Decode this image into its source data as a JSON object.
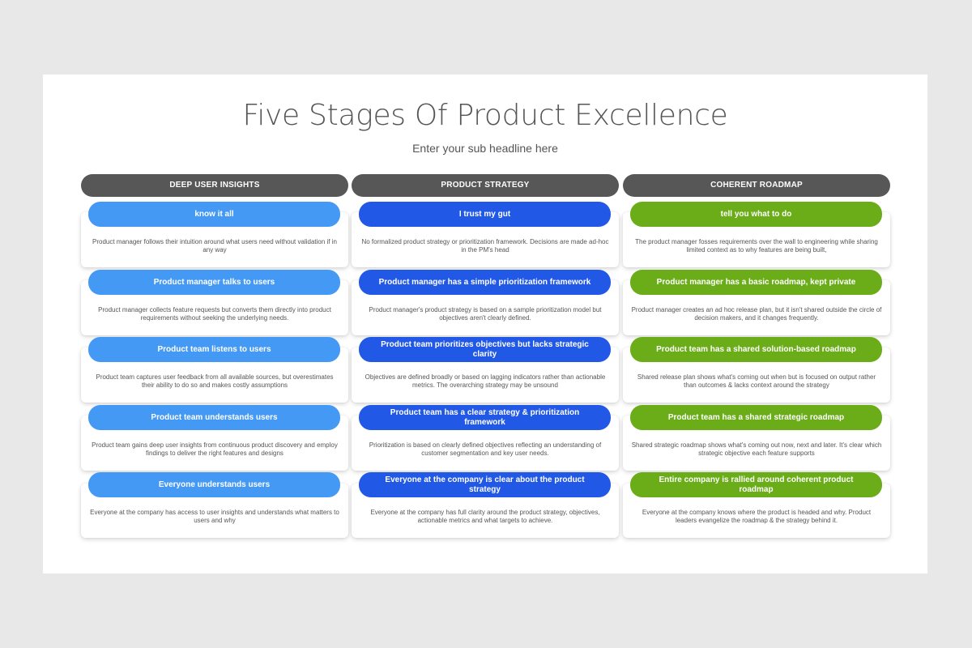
{
  "slide": {
    "title": "Five Stages Of Product Excellence",
    "subtitle": "Enter your sub headline here"
  },
  "colors": {
    "background": "#e9e8e8",
    "header": "#575757",
    "deep_user_insights": "#4499f5",
    "product_strategy": "#2158e6",
    "coherent_roadmap": "#6aad18"
  },
  "columns": [
    {
      "header": "DEEP USER INSIGHTS",
      "stages": [
        {
          "label": "know it all",
          "description": "Product manager follows their intuition around what users need without validation if in any way"
        },
        {
          "label": "Product manager talks to users",
          "description": "Product manager collects feature requests but converts them directly into product requirements without seeking the underlying needs."
        },
        {
          "label": "Product team listens to users",
          "description": "Product team captures user feedback from all available sources, but overestimates their ability to do so and makes costly assumptions"
        },
        {
          "label": "Product team understands users",
          "description": "Product team gains deep user insights from continuous product discovery and employ findings to deliver the right features and designs"
        },
        {
          "label": "Everyone understands users",
          "description": "Everyone at the company has access to user insights and understands what matters to users and why"
        }
      ]
    },
    {
      "header": "PRODUCT STRATEGY",
      "stages": [
        {
          "label": "I trust my gut",
          "description": "No formalized product strategy or prioritization framework. Decisions are made ad-hoc in the PM's head"
        },
        {
          "label": "Product manager has a simple prioritization framework",
          "description": "Product manager's product strategy is based on a sample prioritization model but objectives aren't clearly defined."
        },
        {
          "label": "Product team prioritizes objectives but lacks strategic clarity",
          "description": "Objectives are defined broadly or based on lagging indicators rather than actionable metrics. The overarching strategy may be unsound"
        },
        {
          "label": "Product team has a clear strategy & prioritization framework",
          "description": "Prioritization is based on clearly defined objectives reflecting an understanding of customer segmentation and key user needs."
        },
        {
          "label": "Everyone at the company is clear about the product strategy",
          "description": "Everyone at the company has full clarity around the product strategy, objectives, actionable metrics and what targets to achieve."
        }
      ]
    },
    {
      "header": "COHERENT ROADMAP",
      "stages": [
        {
          "label": "tell you what to do",
          "description": "The product manager fosses requirements over the wall to engineering while sharing limited context as to why features are being built,"
        },
        {
          "label": "Product manager has a basic roadmap, kept private",
          "description": "Product manager creates an ad hoc release plan, but it isn't shared outside the circle of decision makers, and it changes frequently."
        },
        {
          "label": "Product team has a shared solution-based roadmap",
          "description": "Shared release plan shows what's coming out when but is focused on output rather than outcomes & lacks context around the strategy"
        },
        {
          "label": "Product team has a shared strategic roadmap",
          "description": "Shared strategic roadmap shows what's coming out now, next and later. It's clear which strategic objective each feature supports"
        },
        {
          "label": "Entire company is rallied around coherent product roadmap",
          "description": "Everyone at the company knows where the product is headed and why. Product leaders evangelize the roadmap & the strategy behind it."
        }
      ]
    }
  ]
}
